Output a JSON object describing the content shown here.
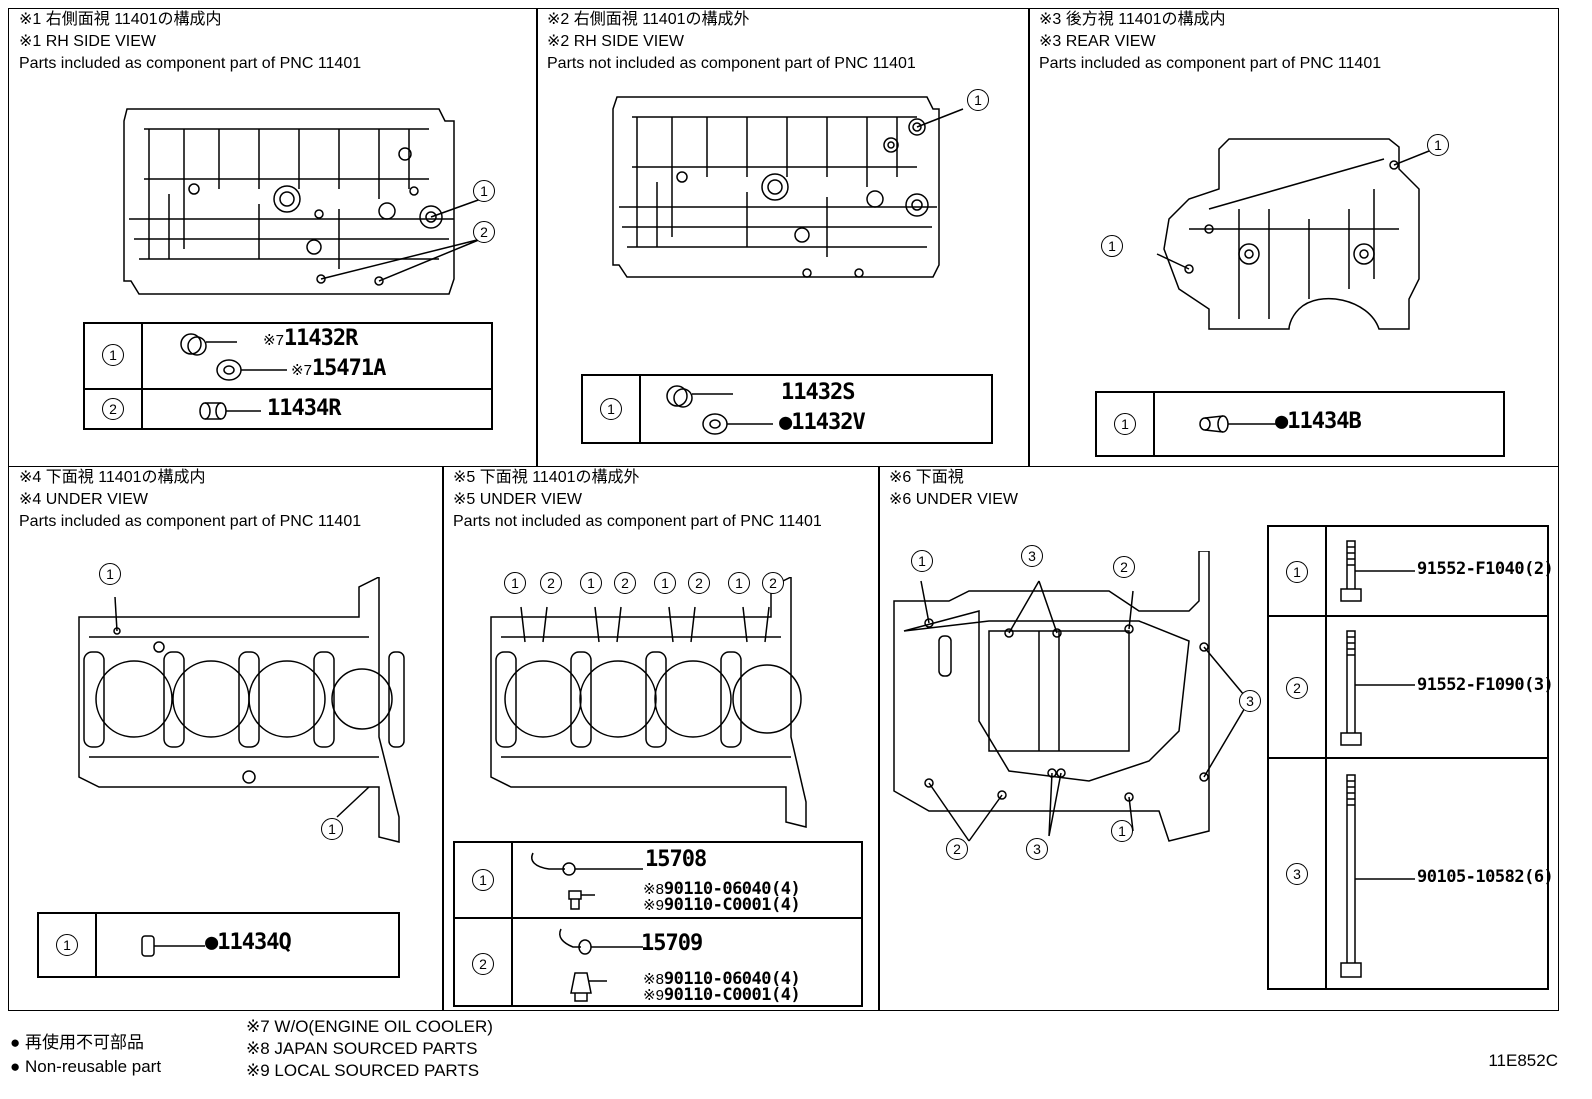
{
  "panels": [
    {
      "id": "p1",
      "line1": "※1 右側面視 11401の構成内",
      "line2": "※1 RH SIDE VIEW",
      "line3": "Parts included as component part of PNC 11401"
    },
    {
      "id": "p2",
      "line1": "※2 右側面視 11401の構成外",
      "line2": "※2 RH SIDE VIEW",
      "line3": "Parts not included as component part of PNC 11401"
    },
    {
      "id": "p3",
      "line1": "※3 後方視 11401の構成内",
      "line2": "※3 REAR VIEW",
      "line3": "Parts included as component part of PNC 11401"
    },
    {
      "id": "p4",
      "line1": "※4 下面視 11401の構成内",
      "line2": "※4 UNDER VIEW",
      "line3": "Parts included as component part of PNC 11401"
    },
    {
      "id": "p5",
      "line1": "※5 下面視 11401の構成外",
      "line2": "※5 UNDER VIEW",
      "line3": "Parts not included as component part of PNC 11401"
    },
    {
      "id": "p6",
      "line1": "※6 下面視",
      "line2": "※6 UNDER VIEW",
      "line3": ""
    }
  ],
  "callouts": {
    "c1": "1",
    "c2": "2",
    "c3": "3"
  },
  "tables": {
    "p1": {
      "r1": {
        "a_mark": "※7",
        "a": "11432R",
        "b_mark": "※7",
        "b": "15471A"
      },
      "r2": {
        "a": "11434R"
      }
    },
    "p2": {
      "r1": {
        "a": "11432S",
        "b": "●11432V"
      }
    },
    "p3": {
      "r1": {
        "a": "●11434B"
      }
    },
    "p4": {
      "r1": {
        "a": "●11434Q"
      }
    },
    "p5": {
      "r1": {
        "a": "15708",
        "b_mark": "※8",
        "b": "90110-06040(4)",
        "c_mark": "※9",
        "c": "90110-C0001(4)"
      },
      "r2": {
        "a": "15709",
        "b_mark": "※8",
        "b": "90110-06040(4)",
        "c_mark": "※9",
        "c": "90110-C0001(4)"
      }
    },
    "p6": {
      "r1": {
        "a": "91552-F1040(2)"
      },
      "r2": {
        "a": "91552-F1090(3)"
      },
      "r3": {
        "a": "90105-10582(6)"
      }
    }
  },
  "footer": {
    "legend_jp": "● 再使用不可部品",
    "legend_en": "● Non-reusable part",
    "note7": "※7 W/O(ENGINE OIL COOLER)",
    "note8": "※8 JAPAN SOURCED PARTS",
    "note9": "※9 LOCAL SOURCED PARTS",
    "code": "11E852C"
  }
}
